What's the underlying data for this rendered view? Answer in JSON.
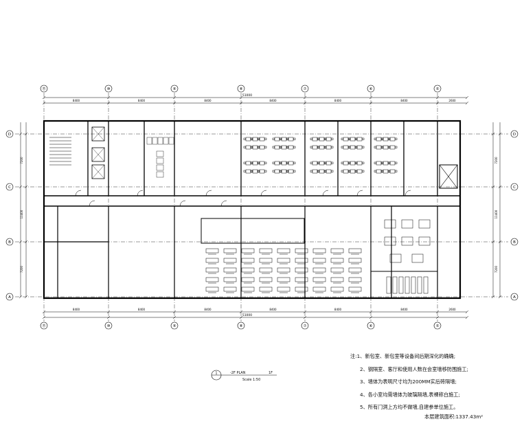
{
  "drawing": {
    "grid_bubbles_top": [
      "⑪",
      "⑩",
      "⑨",
      "⑧",
      "⑦",
      "⑥",
      "⑤"
    ],
    "grid_bubbles_side": [
      "D",
      "C",
      "B",
      "A"
    ],
    "overall_dimension": "51000",
    "bay_dimensions": [
      "8400",
      "8400",
      "8400",
      "8400",
      "8400",
      "8400",
      "2600"
    ],
    "left_dims": [
      "7200",
      "11400",
      "7200"
    ],
    "title_symbol": "1",
    "title_text": "-2F PLAN",
    "title_scale": "Scale 1:50",
    "title_extra": "1F",
    "colors": {
      "line": "#000000",
      "hatch": "#444444",
      "paper": "#ffffff"
    }
  },
  "notes": {
    "heading": "注:",
    "items": [
      "1、新包室、新包室等设备间后期深化的确确;",
      "2、钢隔室、客厅和使用人数在会室墙移防围施工;",
      "3、墙体为表明尺寸均为200MM实后砖隔墙;",
      "4、各小室均需墙体为玻璃隔墙,表裸称白施工;",
      "5、所有门洞上方均不做墙,自建参单位施工。"
    ]
  },
  "area": {
    "label": "本层建筑面积:1337.43m²"
  }
}
